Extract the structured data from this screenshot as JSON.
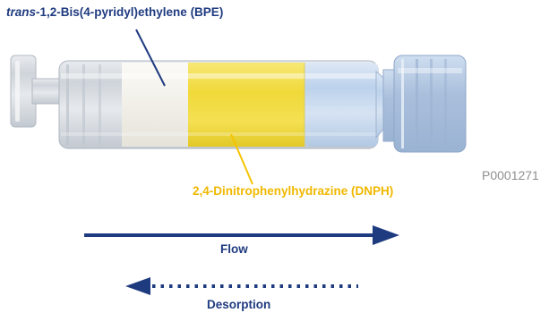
{
  "labels": {
    "bpe_prefix": "trans",
    "bpe_rest": "-1,2-Bis(4-pyridyl)ethylene (BPE)",
    "dnph": "2,4-Dinitrophenylhydrazine (DNPH)",
    "figure_code": "P0001271",
    "flow": "Flow",
    "desorption": "Desorption"
  },
  "colors": {
    "navy": "#1f3b80",
    "dnph_yellow": "#f0d93a",
    "bpe_white": "#f4f2ec",
    "cartridge_clear": "#d8dce2",
    "cartridge_blue": "#c4d8ee",
    "leader_yellow": "#f5c400",
    "code_grey": "#8f8f8f"
  },
  "icons": {
    "flow_arrow": "arrow-right-icon",
    "desorption_arrow": "arrow-left-dotted-icon"
  }
}
